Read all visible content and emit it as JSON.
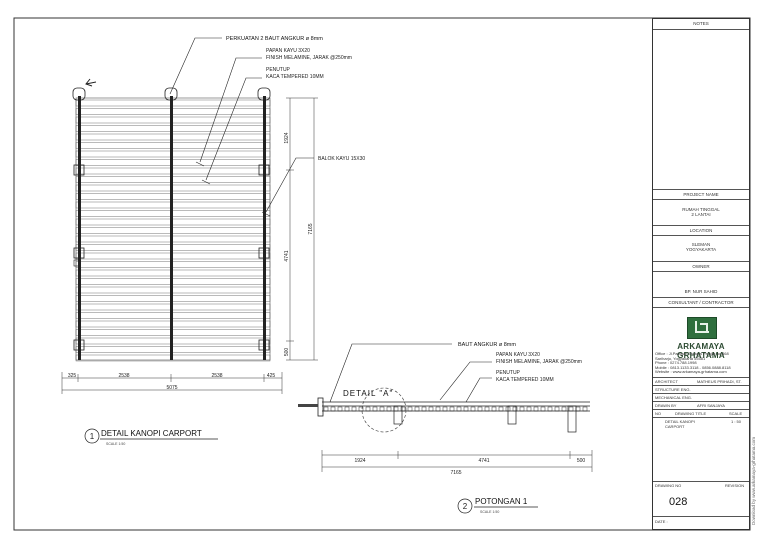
{
  "title_block": {
    "notes": "NOTES",
    "project_name_label": "PROJECT NAME",
    "project_name": [
      "RUMAH TINGGAL",
      "2 LANTAI"
    ],
    "location_label": "LOCATION",
    "location": [
      "SLEMAN",
      "YOGYAKARTA"
    ],
    "owner_label": "OWNER",
    "owner": "BP. NUR SAHID",
    "consultant_label": "CONSULTANT / CONTRACTOR",
    "firm_name": "ARKAMAYA GRHATAMA",
    "firm_info": [
      "Office  : Jl.Palagan Tentara Pelajar no.868",
      "           Sariharjo, Yogyakarta 55581",
      "Phone   : 0274.788.1998",
      "Mobile  : 0813.1133.3118 - 0856.0888.8118",
      "Website : www.arkamaya-grhatama.com"
    ],
    "architect_label": "ARCHITECT",
    "architect": "MATHEUS PRIHADI, ST.",
    "structure_label": "STRUCTURE ENG.",
    "mechanical_label": "MECHANICAL ENG.",
    "drawn_by_label": "DRAWN BY",
    "drawn_by": "AFRI SANJAYA",
    "no_label": "NO",
    "drawing_title_label": "DRAWING TITLE",
    "scale_label": "SCALE",
    "drawing_title": [
      "DETAIL KANOPI",
      "CARPORT"
    ],
    "scale": "1 : 50",
    "drawing_no_label": "DRAWING NO",
    "revision_label": "REVISION",
    "drawing_no": "028",
    "date_label": "DATE :"
  },
  "side_text": "Download by www.arkamaya-grhatama.com",
  "plan": {
    "title_number": "1",
    "title": "DETAIL KANOPI CARPORT",
    "scale": "SCALE 1:50",
    "labels": {
      "perkuatan": "PERKUATAN 2 BAUT ANGKUR ø 8mm",
      "papan1": "PAPAN KAYU 3X20",
      "papan2": "FINISH MELAMINE, JARAK @250mm",
      "penutup1": "PENUTUP",
      "penutup2": "KACA TEMPERED 10MM",
      "balok": "BALOK KAYU 15X30"
    },
    "dims_bottom": [
      "325",
      "2538",
      "2538",
      "425"
    ],
    "dim_total": "5075",
    "dims_right": [
      "1924",
      "4741",
      "500"
    ],
    "dim_right_total": "7165"
  },
  "section": {
    "title_number": "2",
    "title": "POTONGAN 1",
    "scale": "SCALE 1:50",
    "detail_label": "DETAIL \"A\"",
    "labels": {
      "baut": "BAUT ANGKUR ø 8mm",
      "papan1": "PAPAN KAYU 3X20",
      "papan2": "FINISH MELAMINE, JARAK @250mm",
      "penutup1": "PENUTUP",
      "penutup2": "KACA TEMPERED 10MM"
    },
    "dims": [
      "1924",
      "4741",
      "500"
    ],
    "dim_total": "7165"
  },
  "colors": {
    "line": "#222222",
    "logo": "#2f6f3e"
  }
}
